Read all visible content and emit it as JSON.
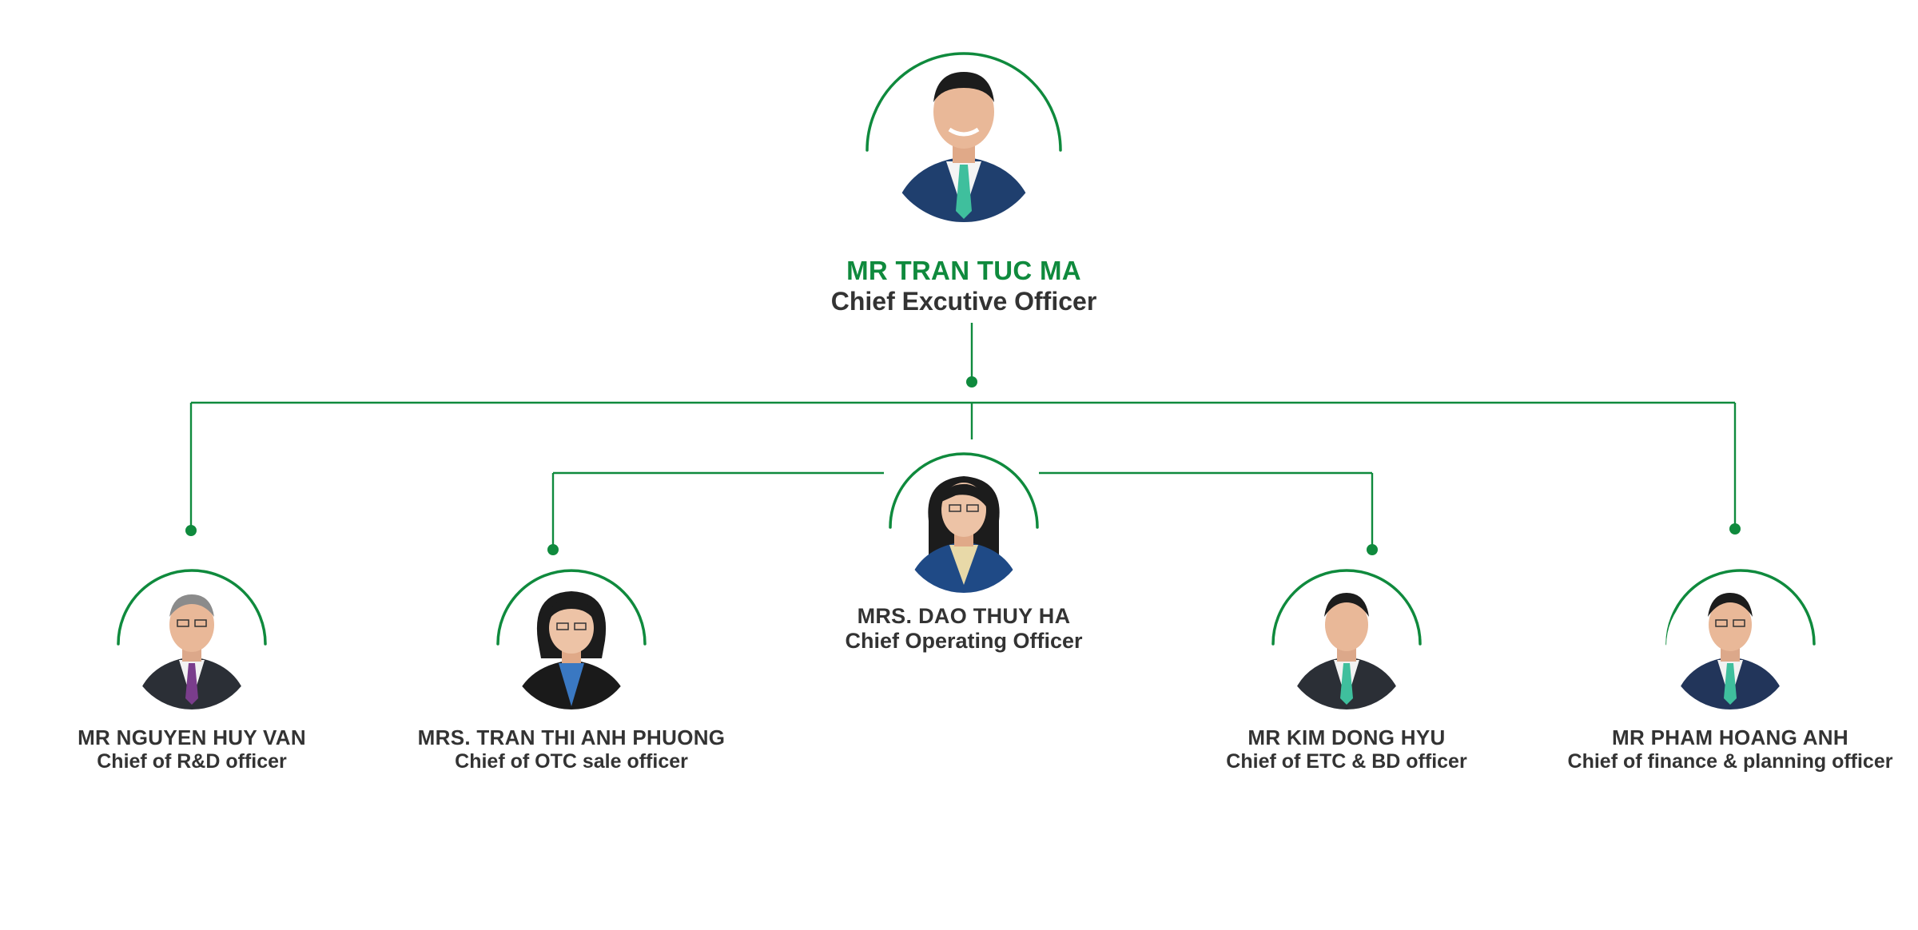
{
  "theme": {
    "accent": "#0f8a3d",
    "text": "#333333",
    "suit_navy": "#1f3f6e",
    "suit_dark": "#2b2f36",
    "skin": "#e9b898",
    "hair": "#1c1c1c",
    "tie_teal": "#3fbf9d"
  },
  "ceo": {
    "name": "MR TRAN TUC MA",
    "title": "Chief Excutive Officer",
    "photo_icon": "ceo-portrait-icon"
  },
  "coo": {
    "name": "MRS. DAO THUY HA",
    "title": "Chief Operating Officer",
    "photo_icon": "coo-portrait-icon"
  },
  "officers": [
    {
      "name": "MR NGUYEN HUY VAN",
      "title": "Chief of R&D officer"
    },
    {
      "name": "MRS. TRAN THI ANH PHUONG",
      "title": "Chief of OTC sale officer"
    },
    {
      "name": "MR KIM DONG HYU",
      "title": "Chief of ETC & BD officer"
    },
    {
      "name": "MR PHAM HOANG ANH",
      "title": "Chief of finance & planning officer"
    }
  ]
}
